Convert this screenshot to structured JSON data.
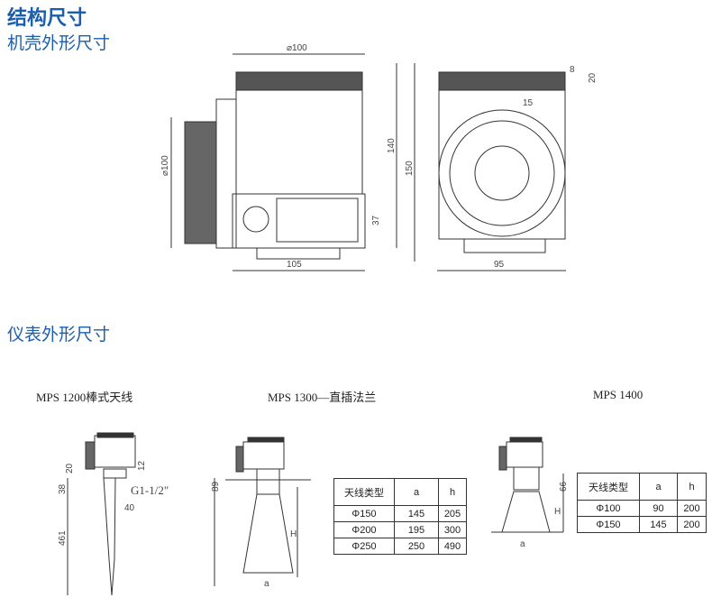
{
  "titles": {
    "main": "结构尺寸",
    "housing": "机壳外形尺寸",
    "instrument": "仪表外形尺寸"
  },
  "housing_dims": {
    "d_top": "⌀100",
    "d_left": "⌀100",
    "h140": "140",
    "h150": "150",
    "h37": "37",
    "w105": "105",
    "t8": "8",
    "t20": "20",
    "r15": "15",
    "w95": "95"
  },
  "models": [
    {
      "name": "MPS 1200棒式天线",
      "dims": {
        "d20": "20",
        "d12": "12",
        "d38": "38",
        "thread": "G1-1/2\"",
        "d40": "40",
        "d461": "461"
      }
    },
    {
      "name": "MPS 1300—直插法兰",
      "dims": {
        "d89": "89",
        "H": "H",
        "a": "a"
      }
    },
    {
      "name": "MPS 1400",
      "dims": {
        "d66": "66",
        "H": "H",
        "a": "a"
      }
    }
  ],
  "table1": {
    "headers": [
      "天线类型",
      "a",
      "h"
    ],
    "rows": [
      [
        "Φ150",
        "145",
        "205"
      ],
      [
        "Φ200",
        "195",
        "300"
      ],
      [
        "Φ250",
        "250",
        "490"
      ]
    ]
  },
  "table2": {
    "headers": [
      "天线类型",
      "a",
      "h"
    ],
    "rows": [
      [
        "Φ100",
        "90",
        "200"
      ],
      [
        "Φ150",
        "145",
        "200"
      ]
    ]
  }
}
